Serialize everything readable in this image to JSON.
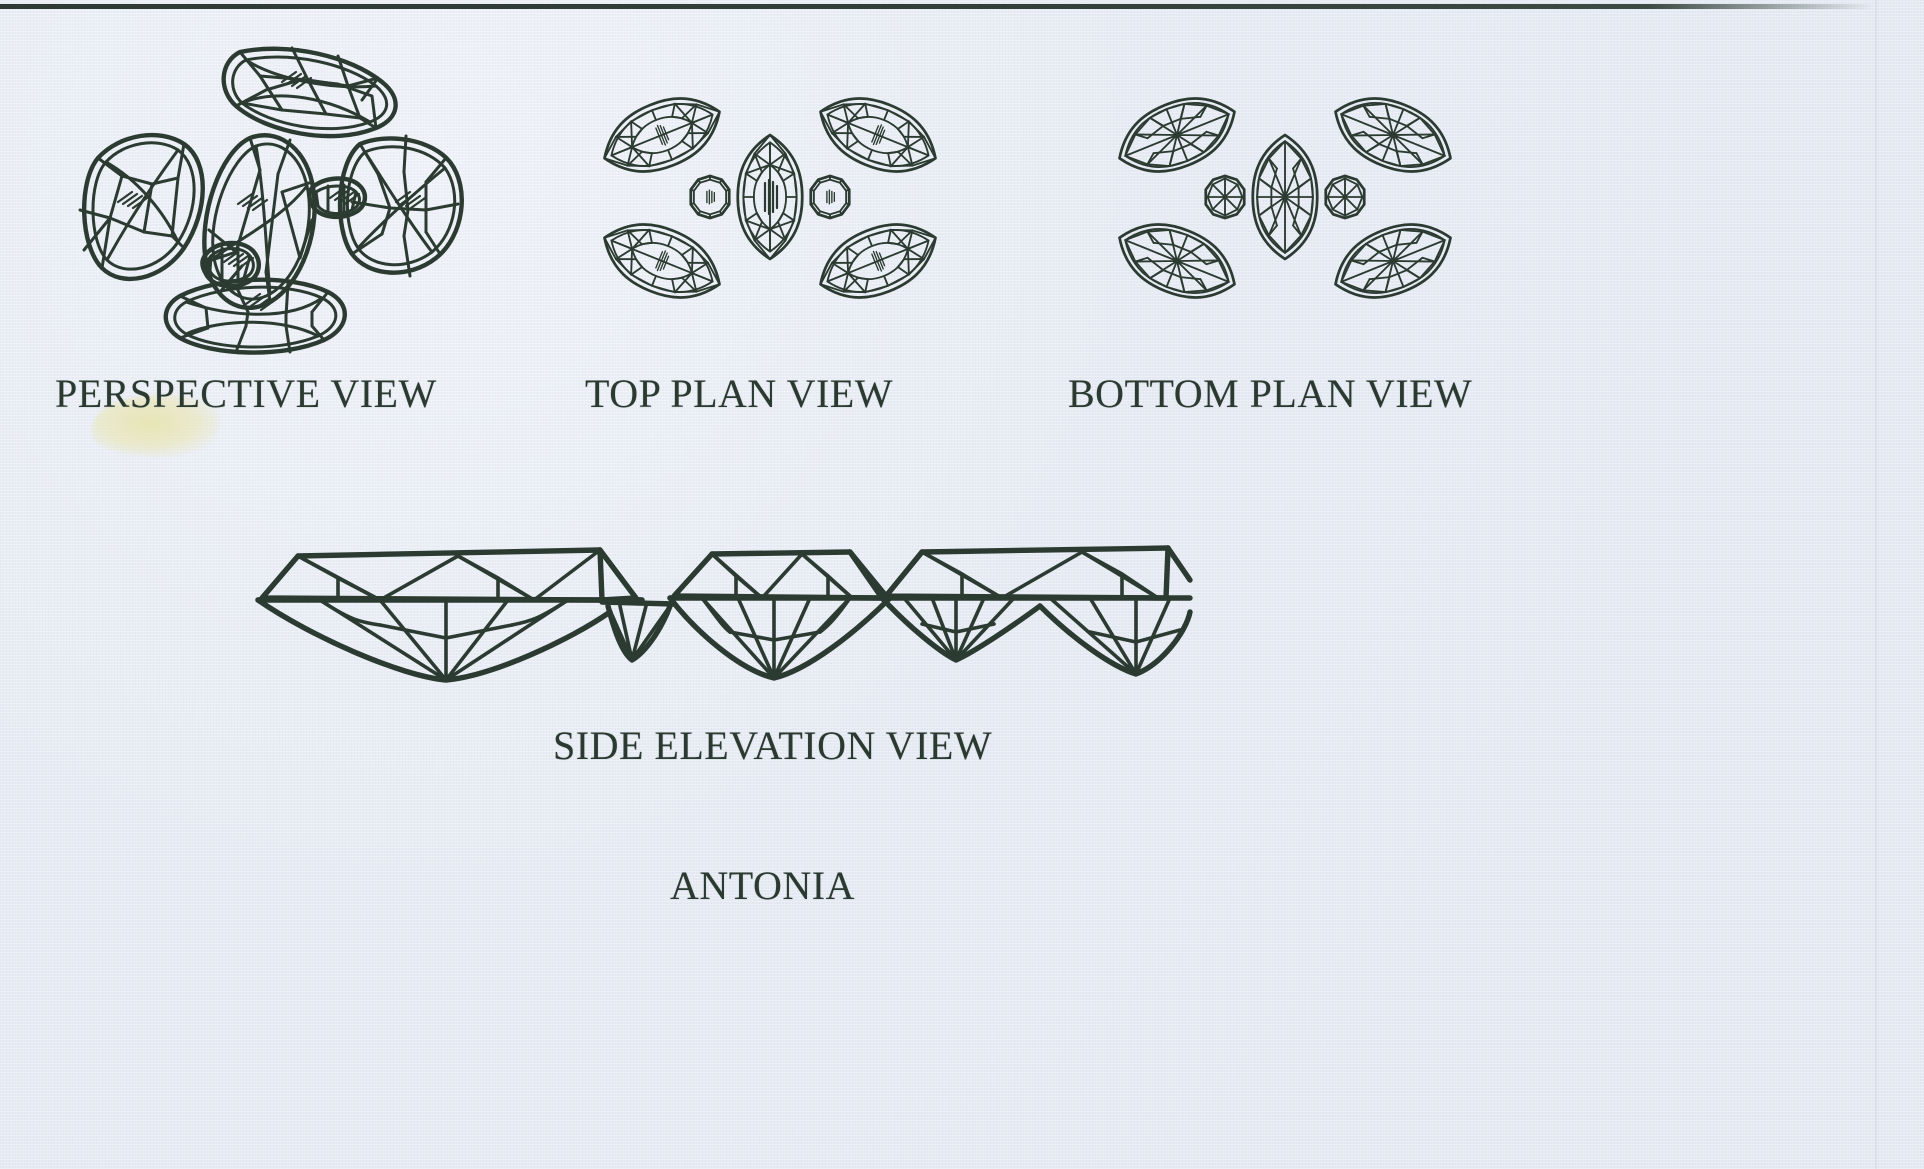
{
  "document": {
    "title": "ANTONIA",
    "kind": "jewelry-design-drawing",
    "ink_color": "#2c3b31",
    "paper_color": "#e8ecf4"
  },
  "views": [
    {
      "id": "perspective",
      "label": "PERSPECTIVE VIEW"
    },
    {
      "id": "top-plan",
      "label": "TOP PLAN VIEW"
    },
    {
      "id": "bottom-plan",
      "label": "BOTTOM PLAN VIEW"
    },
    {
      "id": "side-elevation",
      "label": "SIDE ELEVATION VIEW"
    }
  ],
  "title_caption": "ANTONIA",
  "cluster": {
    "description": "Five marquise (navette) brilliant-cut gemstones arranged in a cluster with two small round brilliant accent stones between them.",
    "marquise_count": 5,
    "round_accent_count": 2
  },
  "side_elevation": {
    "profiles": [
      {
        "id": "left-marquise-profile",
        "shape": "marquise-brilliant-profile"
      },
      {
        "id": "center-round-profile",
        "shape": "round-brilliant-profile"
      },
      {
        "id": "right-marquise-profile",
        "shape": "marquise-brilliant-profile"
      }
    ]
  }
}
